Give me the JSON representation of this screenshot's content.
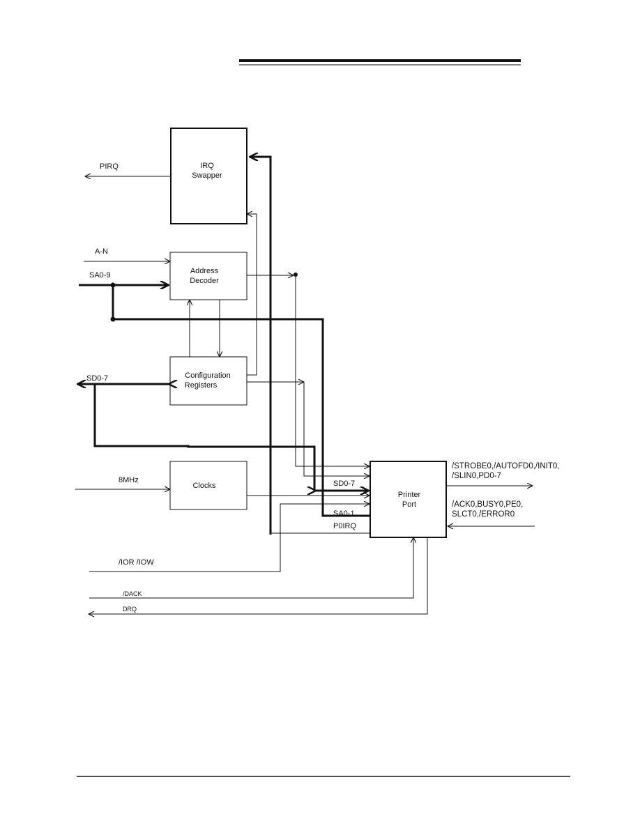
{
  "blocks": {
    "irq_swapper": [
      "IRQ",
      "Swapper"
    ],
    "address_decoder": [
      "Address",
      "Decoder"
    ],
    "configuration_registers": [
      "Configuration",
      "Registers"
    ],
    "clocks": [
      "Clocks"
    ],
    "printer_port": [
      "Printer",
      "Port"
    ]
  },
  "signals": {
    "pirq": "PIRQ",
    "a_n": "A-N",
    "sa0_9": "SA0-9",
    "sd0_7_in": "SD0-7",
    "clk_8mhz": "8MHz",
    "ior_iow": "/IOR /IOW",
    "dack": "/DACK",
    "drq": "DRQ",
    "sd0_7_port": "SD0-7",
    "sa0_1": "SA0-1",
    "p0irq": "P0IRQ",
    "out_line1": "/STROBE0,/AUTOFD0,/INIT0,",
    "out_line2": "/SLIN0,PD0-7",
    "in_line1": "/ACK0,BUSY0,PE0,",
    "in_line2": "SLCT0,/ERROR0"
  }
}
